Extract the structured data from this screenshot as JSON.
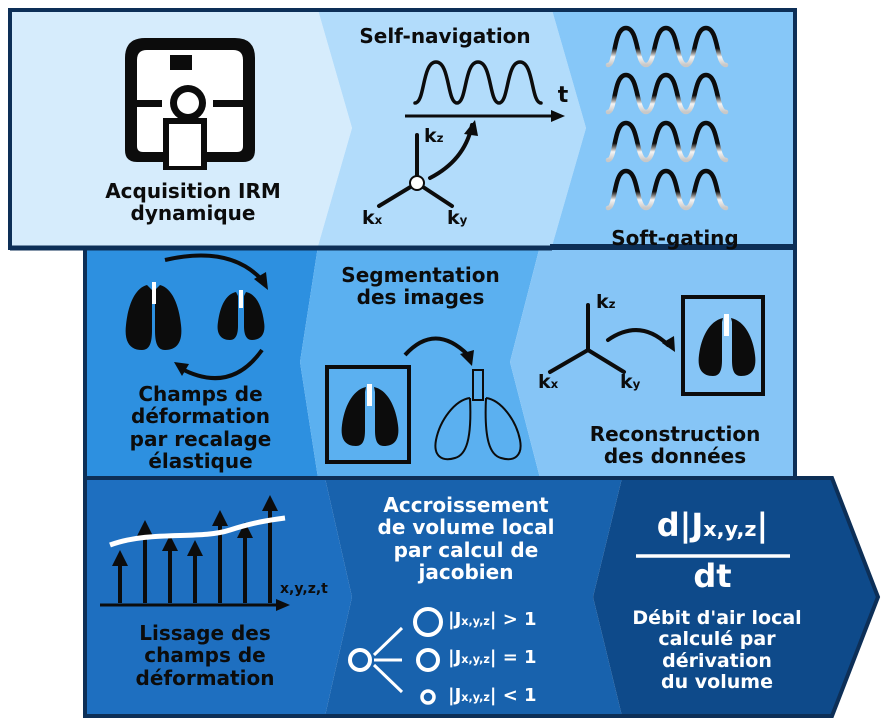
{
  "steps": {
    "acquisition": "Acquisition IRM\ndynamique",
    "self_navigation": "Self-navigation",
    "soft_gating": "Soft-gating",
    "deformation": "Champs de\ndéformation\npar recalage\nélastique",
    "segmentation": "Segmentation\ndes images",
    "reconstruction": "Reconstruction\ndes données",
    "smoothing": "Lissage des\nchamps de\ndéformation",
    "volume_increase": "Accroissement\nde volume local\npar calcul de\njacobien",
    "airflow": "Débit d'air local\ncalculé par\ndérivation\ndu volume"
  },
  "axes": {
    "time": "t",
    "k": "k",
    "sub_x": "x",
    "sub_y": "y",
    "sub_z": "z",
    "smoothing_axis": "x,y,z,t"
  },
  "jacobian": {
    "symbol": "|J",
    "sub": "x,y,z",
    "cases": [
      {
        "op": "| > 1",
        "size": "large"
      },
      {
        "op": "| = 1",
        "size": "medium"
      },
      {
        "op": "| < 1",
        "size": "small"
      }
    ]
  },
  "formula": {
    "numerator": "d|J",
    "numerator_sub": "x,y,z",
    "numerator_end": "|",
    "denominator": "dt"
  },
  "colors": {
    "row1_left": "#d6ecfc",
    "row1_mid": "#b2dcfb",
    "row1_right": "#86c7f8",
    "row2_left": "#2d90e0",
    "row2_mid": "#5bb0f0",
    "row2_right": "#86c5f6",
    "row3_left": "#1e6fc0",
    "row3_mid": "#1862ad",
    "row3_right": "#0e4a8a",
    "outline": "#0d2f57",
    "ink": "#0c0c0c"
  }
}
